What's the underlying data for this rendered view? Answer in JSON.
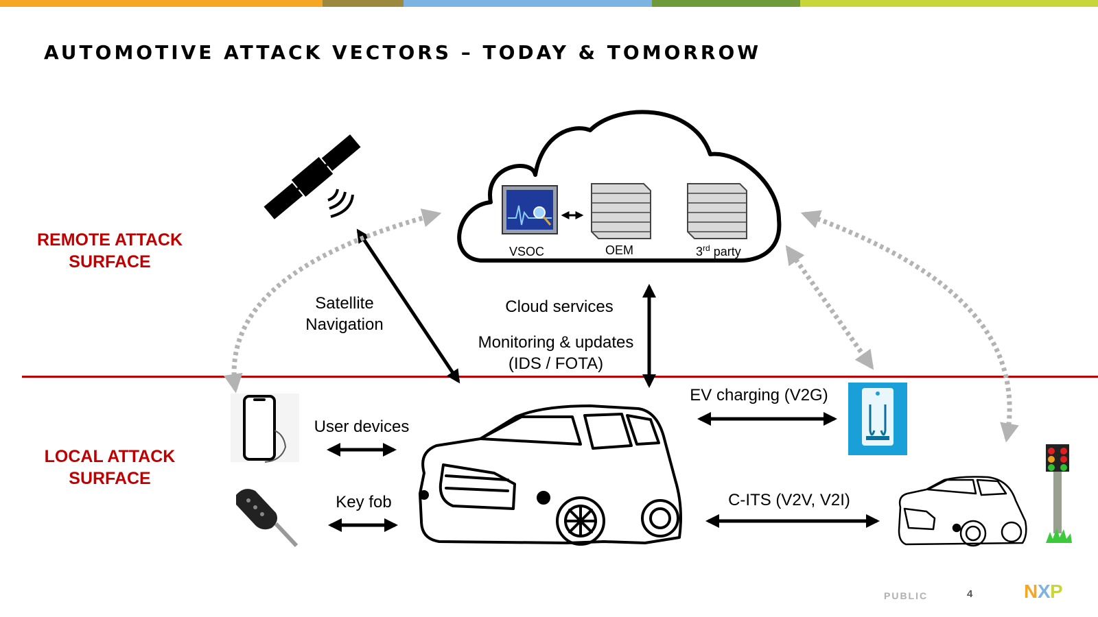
{
  "title": "AUTOMOTIVE ATTACK VECTORS – TODAY & TOMORROW",
  "top_bar_colors": [
    "#f5a623",
    "#9b8a3e",
    "#7db3e0",
    "#6f9a3a",
    "#c8d63a"
  ],
  "accent_red": "#c00000",
  "remote_surface": {
    "line1": "REMOTE ATTACK",
    "line2": "SURFACE"
  },
  "local_surface": {
    "line1": "LOCAL ATTACK",
    "line2": "SURFACE"
  },
  "cloud": {
    "vsoc": "VSOC",
    "oem": "OEM",
    "third_party_sup": "rd",
    "third_party_num": "3",
    "third_party_word": " party"
  },
  "links": {
    "satellite_line1": "Satellite",
    "satellite_line2": "Navigation",
    "cloud_services": "Cloud services",
    "monitoring_line1": "Monitoring & updates",
    "monitoring_line2": "(IDS / FOTA)",
    "ev_charging": "EV charging (V2G)",
    "user_devices": "User devices",
    "key_fob": "Key fob",
    "c_its": "C-ITS (V2V, V2I)"
  },
  "footer": {
    "classification": "PUBLIC",
    "page": "4",
    "logo_letters": [
      "N",
      "X",
      "P"
    ]
  },
  "icons": [
    "satellite-icon",
    "cloud-icon",
    "monitor-icon",
    "server-icon",
    "phone-icon",
    "key-fob-icon",
    "car-icon",
    "charger-icon",
    "traffic-light-icon"
  ]
}
